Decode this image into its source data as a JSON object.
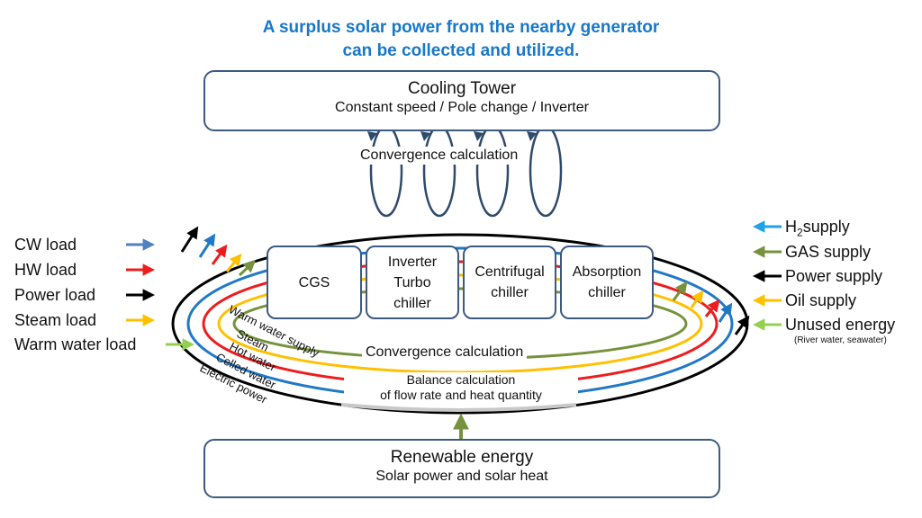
{
  "banner": {
    "line1": "A surplus solar power from the nearby  generator",
    "line2": "can be collected and utilized."
  },
  "cooling_tower": {
    "title": "Cooling Tower",
    "subtitle": "Constant speed / Pole change / Inverter"
  },
  "convergence_top": "Convergence calculation",
  "convergence_inner": "Convergence calculation",
  "balance": {
    "line1": "Balance calculation",
    "line2": "of flow rate and heat quantity"
  },
  "units": {
    "cgs": "CGS",
    "inverter_line1": "Inverter",
    "inverter_line2": "Turbo",
    "inverter_line3": "chiller",
    "centrifugal_line1": "Centrifugal",
    "centrifugal_line2": "chiller",
    "absorption_line1": "Absorption",
    "absorption_line2": "chiller"
  },
  "loads": [
    {
      "label": "CW load",
      "color": "#4f81bd"
    },
    {
      "label": "HW load",
      "color": "#ee1c1c"
    },
    {
      "label": "Power load",
      "color": "#000000"
    },
    {
      "label": "Steam load",
      "color": "#ffc000"
    },
    {
      "label": "Warm water load",
      "color": "#92d050"
    }
  ],
  "supplies": [
    {
      "prefix": "H",
      "sub": "2",
      "suffix": "supply",
      "color": "#1fa2e6"
    },
    {
      "label": "GAS supply",
      "color": "#76923c"
    },
    {
      "label": "Power supply",
      "color": "#000000"
    },
    {
      "label": "Oil supply",
      "color": "#ffc000"
    },
    {
      "label": "Unused energy",
      "note": "(River water, seawater)",
      "color": "#92d050"
    }
  ],
  "rings": [
    {
      "label": "Warm water supply",
      "color": "#76923c"
    },
    {
      "label": "Steam",
      "color": "#ffc000"
    },
    {
      "label": "Hot water",
      "color": "#ee1c1c"
    },
    {
      "label": "Celled water",
      "color": "#1f78c8"
    },
    {
      "label": "Electric power",
      "color": "#000000"
    }
  ],
  "renewable": {
    "title": "Renewable energy",
    "subtitle": "Solar power and solar heat"
  },
  "colors": {
    "accent": "#1878c8",
    "box_border": "#3d5a80",
    "loop_arrow": "#2f4a6b",
    "renewable_arrow": "#76923c"
  }
}
